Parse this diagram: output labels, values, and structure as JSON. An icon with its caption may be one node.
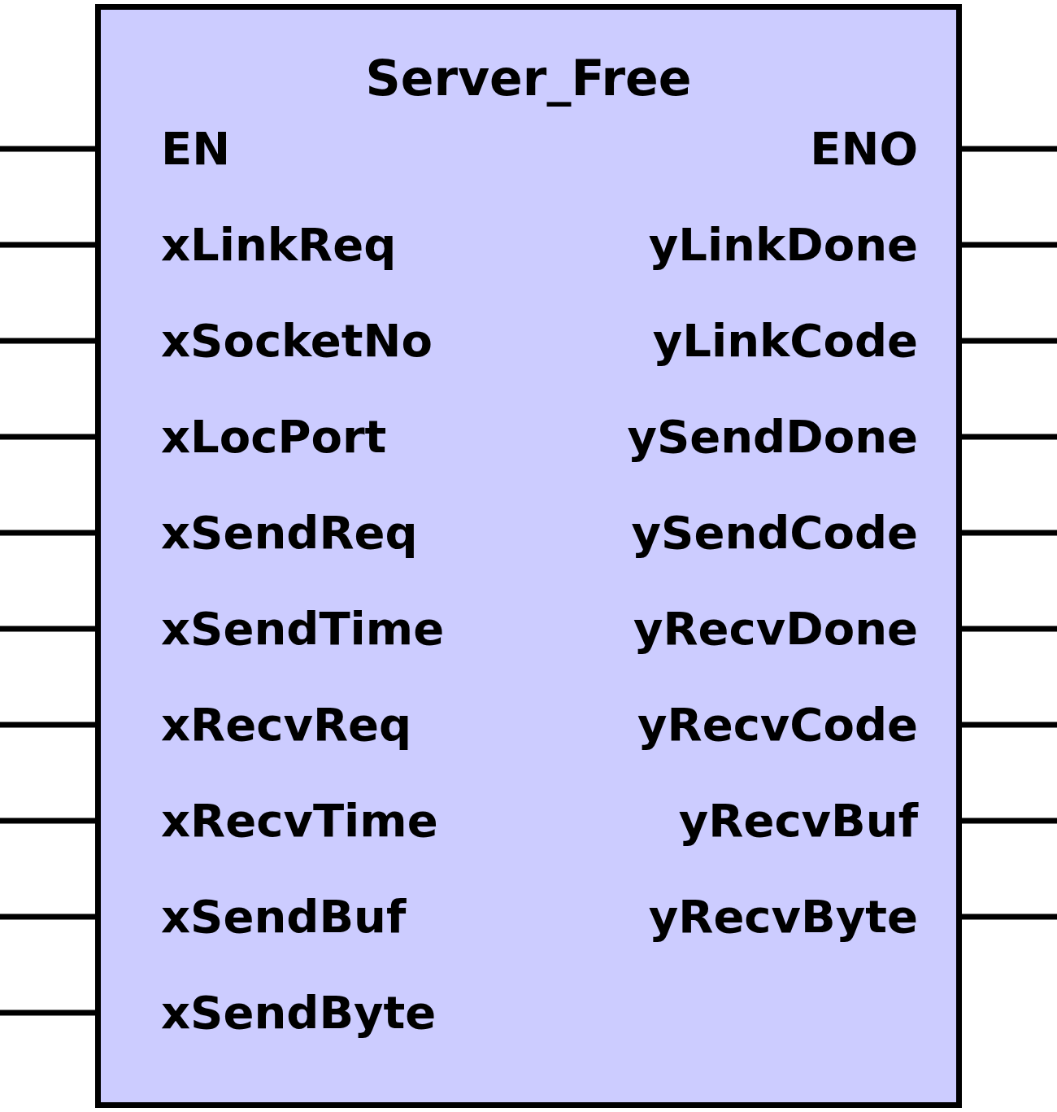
{
  "diagram": {
    "nodes": [
      {
        "text": [
          "Server_Free"
        ]
      },
      {
        "text": [
          "EN"
        ],
        "in": 0
      },
      {
        "text": [
          "ENO"
        ],
        "in": 0
      },
      {
        "text": [
          "xLinkReq"
        ],
        "in": 0
      },
      {
        "text": [
          "yLinkDone"
        ],
        "in": 0
      },
      {
        "text": [
          "xSocketNo"
        ],
        "in": 0
      },
      {
        "text": [
          "yLinkCode"
        ],
        "in": 0
      },
      {
        "text": [
          "xLocPort"
        ],
        "in": 0
      },
      {
        "text": [
          "ySendDone"
        ],
        "in": 0
      },
      {
        "text": [
          "xSendReq"
        ],
        "in": 0
      },
      {
        "text": [
          "ySendCode"
        ],
        "in": 0
      },
      {
        "text": [
          "xSendTime"
        ],
        "in": 0
      },
      {
        "text": [
          "yRecvDone"
        ],
        "in": 0
      },
      {
        "text": [
          "xRecvReq"
        ],
        "in": 0
      },
      {
        "text": [
          "yRecvCode"
        ],
        "in": 0
      },
      {
        "text": [
          "xRecvTime"
        ],
        "in": 0
      },
      {
        "text": [
          "yRecvBuf"
        ],
        "in": 0
      },
      {
        "text": [
          "xSendBuf"
        ],
        "in": 0
      },
      {
        "text": [
          "yRecvByte"
        ],
        "in": 0
      },
      {
        "text": [
          "xSendByte"
        ],
        "in": 0
      }
    ],
    "edges": [
      {
        "from": null,
        "to": 1,
        "arrow": "none"
      },
      {
        "from": 2,
        "to": null,
        "arrow": "none"
      },
      {
        "from": null,
        "to": 3,
        "arrow": "none"
      },
      {
        "from": 4,
        "to": null,
        "arrow": "none"
      },
      {
        "from": null,
        "to": 5,
        "arrow": "none"
      },
      {
        "from": 6,
        "to": null,
        "arrow": "none"
      },
      {
        "from": null,
        "to": 7,
        "arrow": "none"
      },
      {
        "from": 8,
        "to": null,
        "arrow": "none"
      },
      {
        "from": null,
        "to": 9,
        "arrow": "none"
      },
      {
        "from": 10,
        "to": null,
        "arrow": "none"
      },
      {
        "from": null,
        "to": 11,
        "arrow": "none"
      },
      {
        "from": 12,
        "to": null,
        "arrow": "none"
      },
      {
        "from": null,
        "to": 13,
        "arrow": "none"
      },
      {
        "from": 14,
        "to": null,
        "arrow": "none"
      },
      {
        "from": null,
        "to": 15,
        "arrow": "none"
      },
      {
        "from": 16,
        "to": null,
        "arrow": "none"
      },
      {
        "from": null,
        "to": 17,
        "arrow": "none"
      },
      {
        "from": 18,
        "to": null,
        "arrow": "none"
      },
      {
        "from": null,
        "to": 19,
        "arrow": "none"
      }
    ]
  }
}
